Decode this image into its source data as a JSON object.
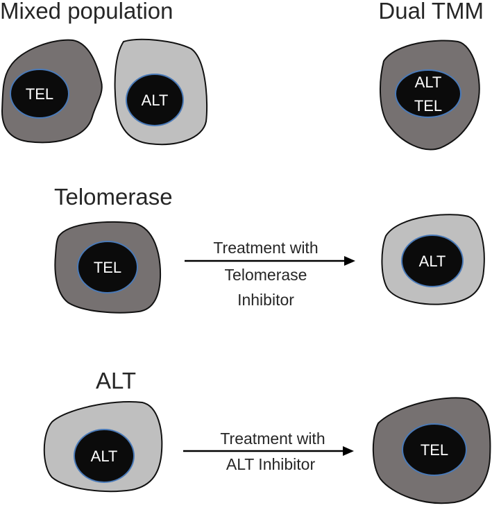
{
  "headings": {
    "mixed_population": "Mixed population",
    "dual_tmm": "Dual TMM",
    "telomerase": "Telomerase",
    "alt": "ALT"
  },
  "nuclei": {
    "mixed_tel": "TEL",
    "mixed_alt": "ALT",
    "dual_line1": "ALT",
    "dual_line2": "TEL",
    "telomerase_before": "TEL",
    "telomerase_after": "ALT",
    "alt_before": "ALT",
    "alt_after": "TEL"
  },
  "arrows": {
    "telomerase_treatment": {
      "line1": "Treatment with",
      "line2": "Telomerase",
      "line3": "Inhibitor"
    },
    "alt_treatment": {
      "line1": "Treatment with",
      "line2": "ALT Inhibitor"
    }
  },
  "colors": {
    "telomerase_cell": "#767171",
    "alt_cell": "#bfbfbf",
    "nucleus": "#0b0b0b",
    "nucleus_outline": "#4a7ab8"
  }
}
